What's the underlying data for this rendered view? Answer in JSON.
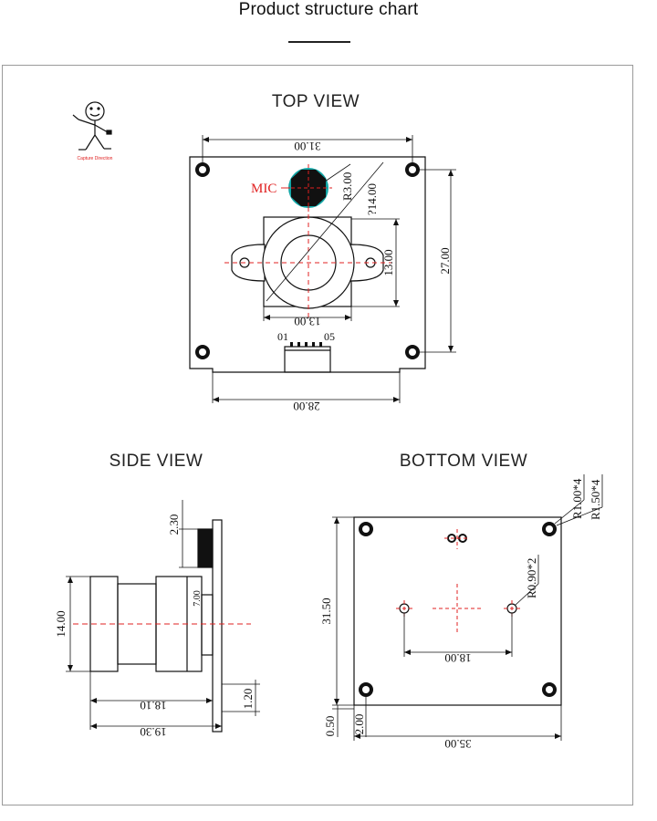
{
  "page": {
    "title": "Product structure chart"
  },
  "logo": {
    "caption": "Capture Direction"
  },
  "top_view": {
    "label": "TOP VIEW",
    "dim_width": "31.00",
    "dim_mic_radius": "R3.00",
    "dim_lens_diameter": "?14.00",
    "dim_lens_height": "13.00",
    "dim_hole_spacing_v": "27.00",
    "dim_lens_width": "13.00",
    "dim_hole_spacing_h": "28.00",
    "mic_label": "MIC",
    "pin_first": "01",
    "pin_last": "05"
  },
  "side_view": {
    "label": "SIDE VIEW",
    "dim_top": "2.30",
    "dim_inner": "7.00",
    "dim_lens_height": "14.00",
    "dim_length_inner": "18.10",
    "dim_length_total": "19.30",
    "dim_board": "1.20"
  },
  "bottom_view": {
    "label": "BOTTOM  VIEW",
    "dim_r1": "R1.00*4",
    "dim_r2": "R1.50*4",
    "dim_r3": "R0.90*2",
    "dim_height": "31.50",
    "dim_hole_spacing": "18.00",
    "dim_width": "35.00",
    "dim_bottom_small": "0.50",
    "dim_bottom_offset": "2.00"
  },
  "colors": {
    "line": "#111111",
    "center_line": "#e02020",
    "mic_fill": "#111111",
    "mic_ring": "#12a7a7"
  }
}
